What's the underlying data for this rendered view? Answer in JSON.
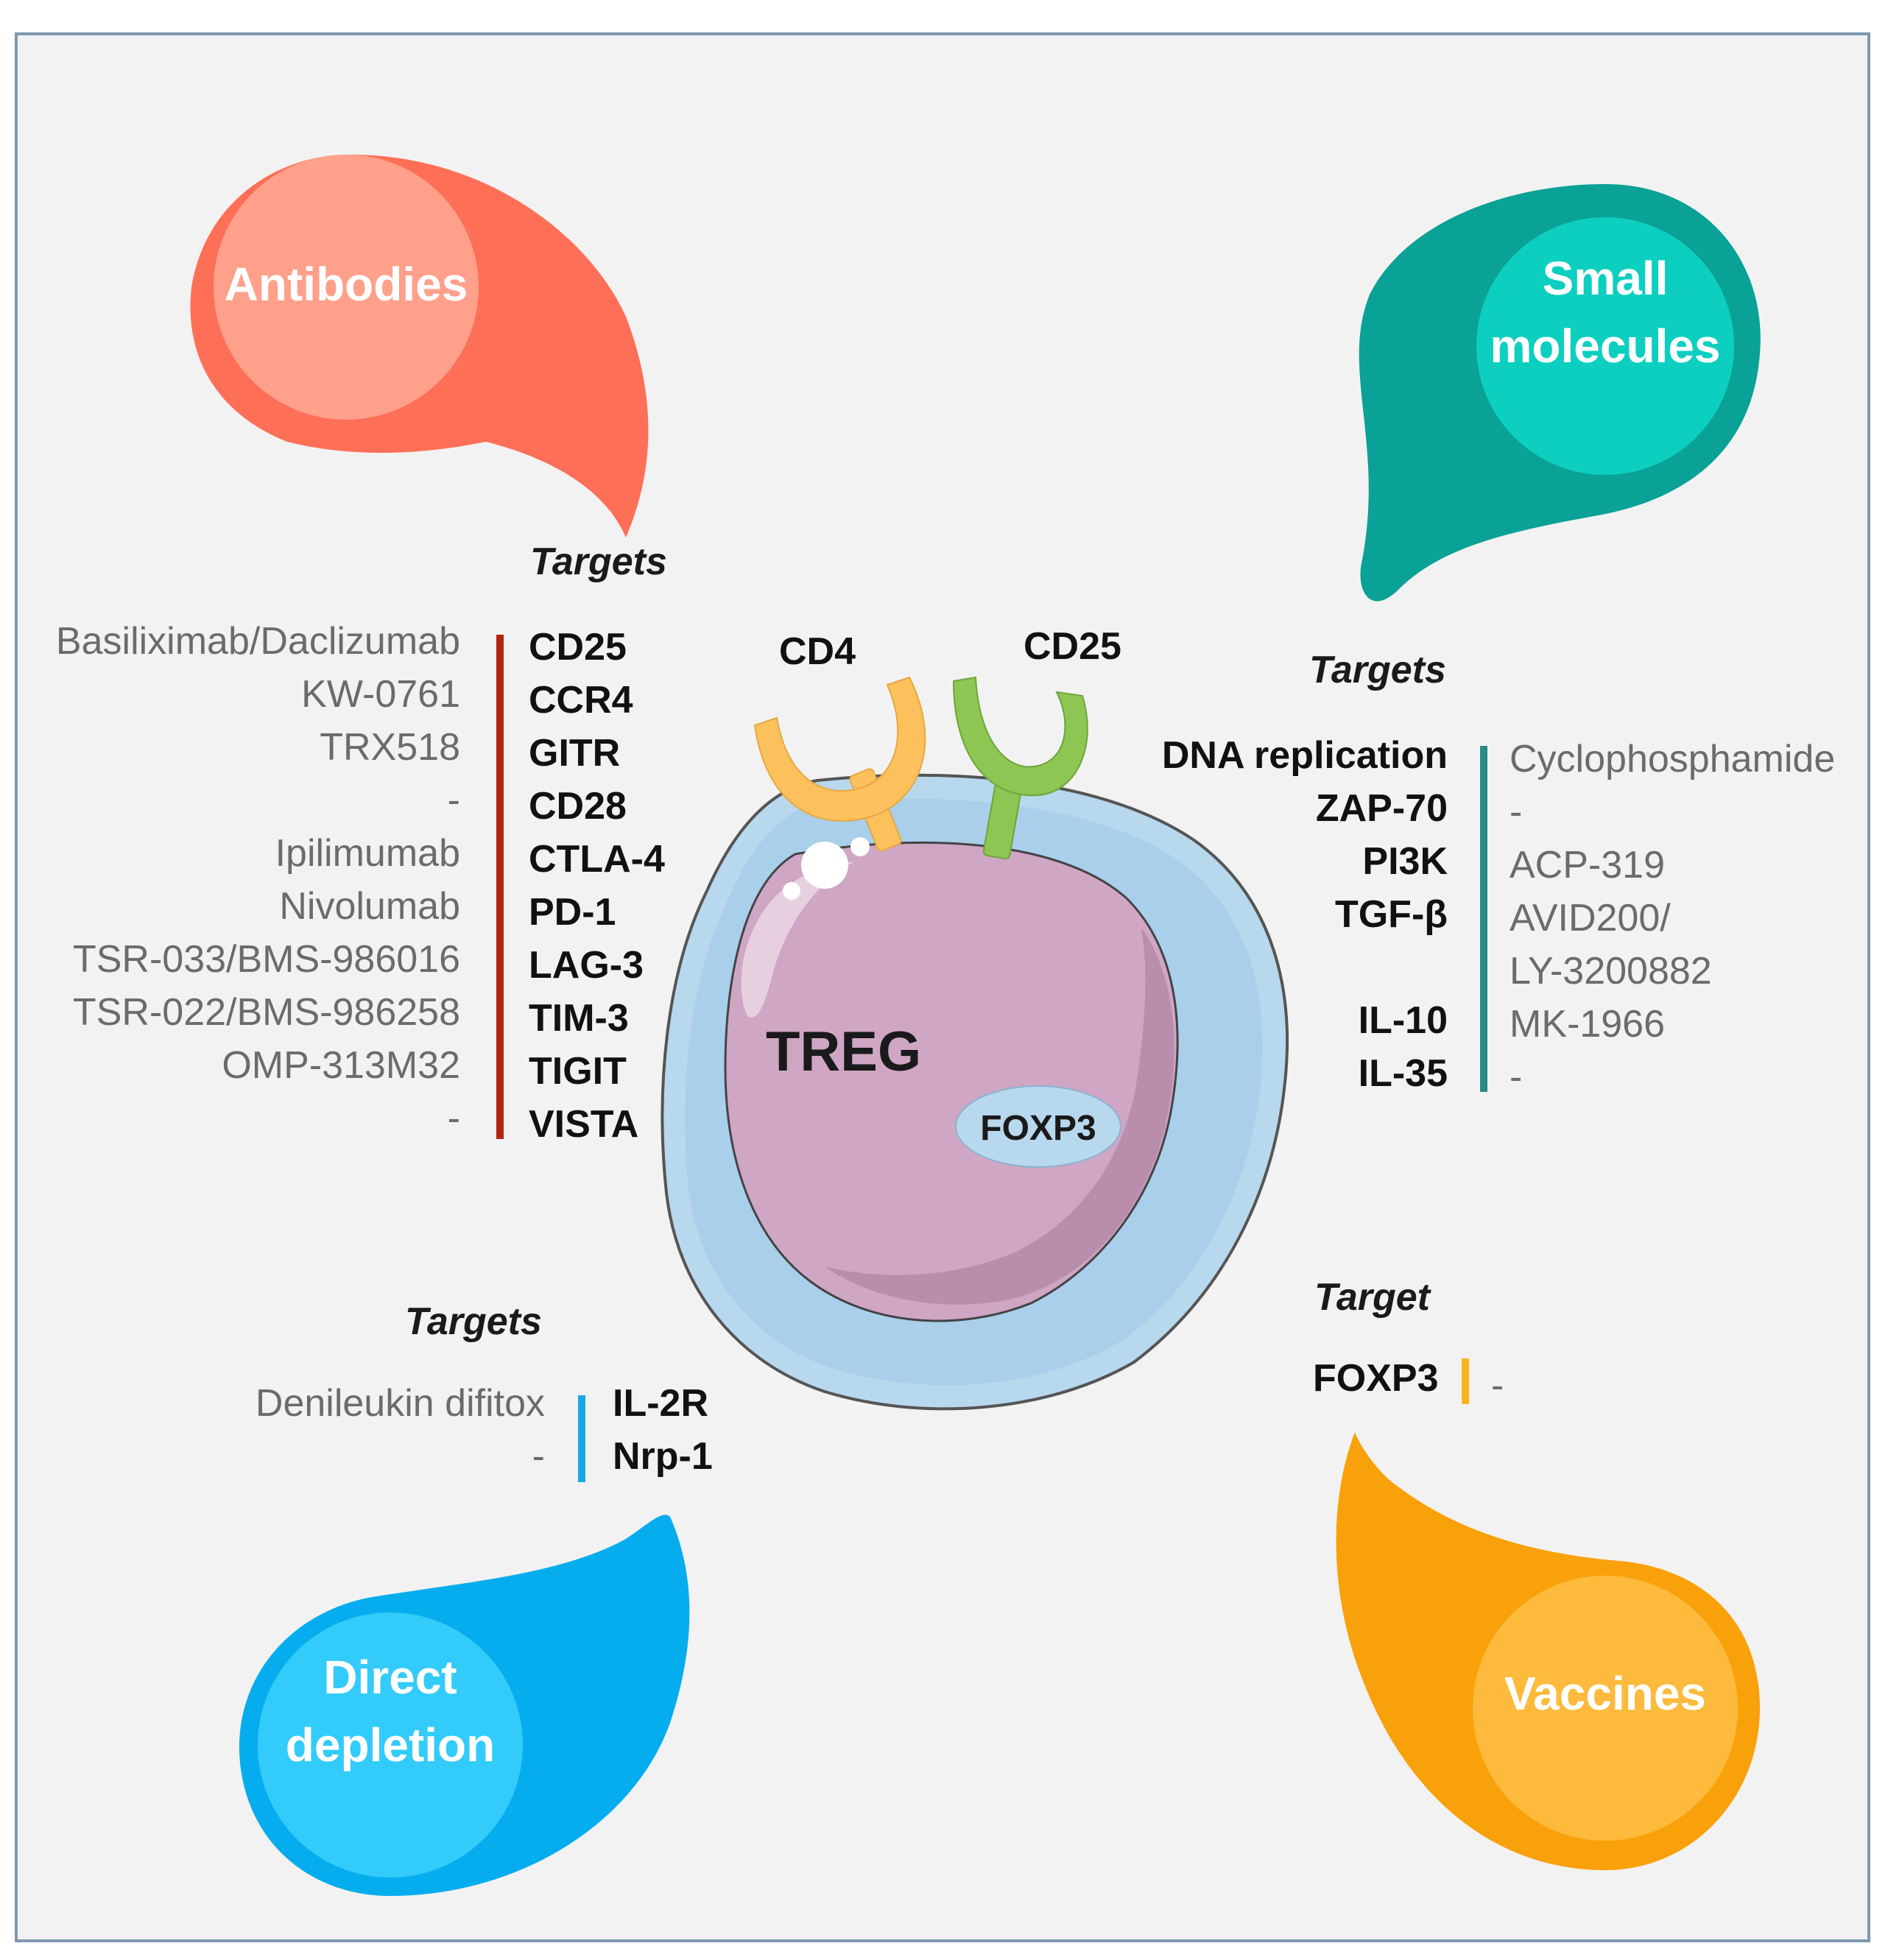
{
  "categories": {
    "antibodies": {
      "label": "Antibodies",
      "color": "#fe6f57",
      "inner": "#ffa08b"
    },
    "small_molecules": {
      "label_lines": [
        "Small",
        "molecules"
      ],
      "color": "#0aa196",
      "inner": "#0dcfc0"
    },
    "direct_depletion": {
      "label_lines": [
        "Direct",
        "depletion"
      ],
      "color": "#06adee",
      "inner": "#33cbfa"
    },
    "vaccines": {
      "label": "Vaccines",
      "color": "#f9a10a",
      "inner": "#fdba3c"
    }
  },
  "cell": {
    "name": "TREG",
    "nucleus_marker": "FOXP3",
    "receptors": [
      "CD4",
      "CD25"
    ]
  },
  "antibodies_panel": {
    "heading": "Targets",
    "bar_color": "#b5230f",
    "drugs": [
      "Basiliximab/Daclizumab",
      "KW-0761",
      "TRX518",
      "-",
      "Ipilimumab",
      "Nivolumab",
      "TSR-033/BMS-986016",
      "TSR-022/BMS-986258",
      "OMP-313M32",
      "-"
    ],
    "targets": [
      "CD25",
      "CCR4",
      "GITR",
      "CD28",
      "CTLA-4",
      "PD-1",
      "LAG-3",
      "TIM-3",
      "TIGIT",
      "VISTA"
    ]
  },
  "small_molecules_panel": {
    "heading": "Targets",
    "bar_color": "#2b8a84",
    "targets": [
      "DNA replication",
      "ZAP-70",
      "PI3K",
      "TGF-β",
      "",
      "IL-10",
      "IL-35"
    ],
    "drugs": [
      "Cyclophosphamide",
      "-",
      "ACP-319",
      "AVID200/",
      "LY-3200882",
      "MK-1966",
      "-"
    ]
  },
  "direct_depletion_panel": {
    "heading": "Targets",
    "bar_color": "#1aa7e6",
    "drugs": [
      "Denileukin difitox",
      "-"
    ],
    "targets": [
      "IL-2R",
      "Nrp-1"
    ]
  },
  "vaccines_panel": {
    "heading": "Target",
    "bar_color": "#f9b31c",
    "targets": [
      "FOXP3"
    ],
    "drugs": [
      "-"
    ]
  }
}
